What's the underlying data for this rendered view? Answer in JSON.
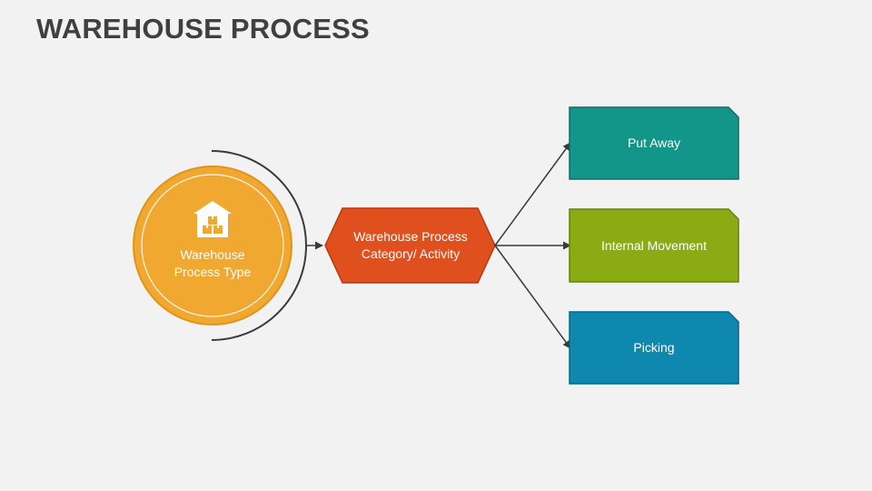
{
  "title": "WAREHOUSE PROCESS",
  "center_node": {
    "line1": "Warehouse",
    "line2": "Process Type",
    "icon": "warehouse-boxes-icon",
    "color": "#f0a830"
  },
  "hex_node": {
    "line1": "Warehouse Process",
    "line2": "Category/ Activity",
    "color": "#e0501e"
  },
  "branches": [
    {
      "label": "Put Away",
      "color": "#13968a"
    },
    {
      "label": "Internal Movement",
      "color": "#8aab14"
    },
    {
      "label": "Picking",
      "color": "#0f88b0"
    }
  ]
}
